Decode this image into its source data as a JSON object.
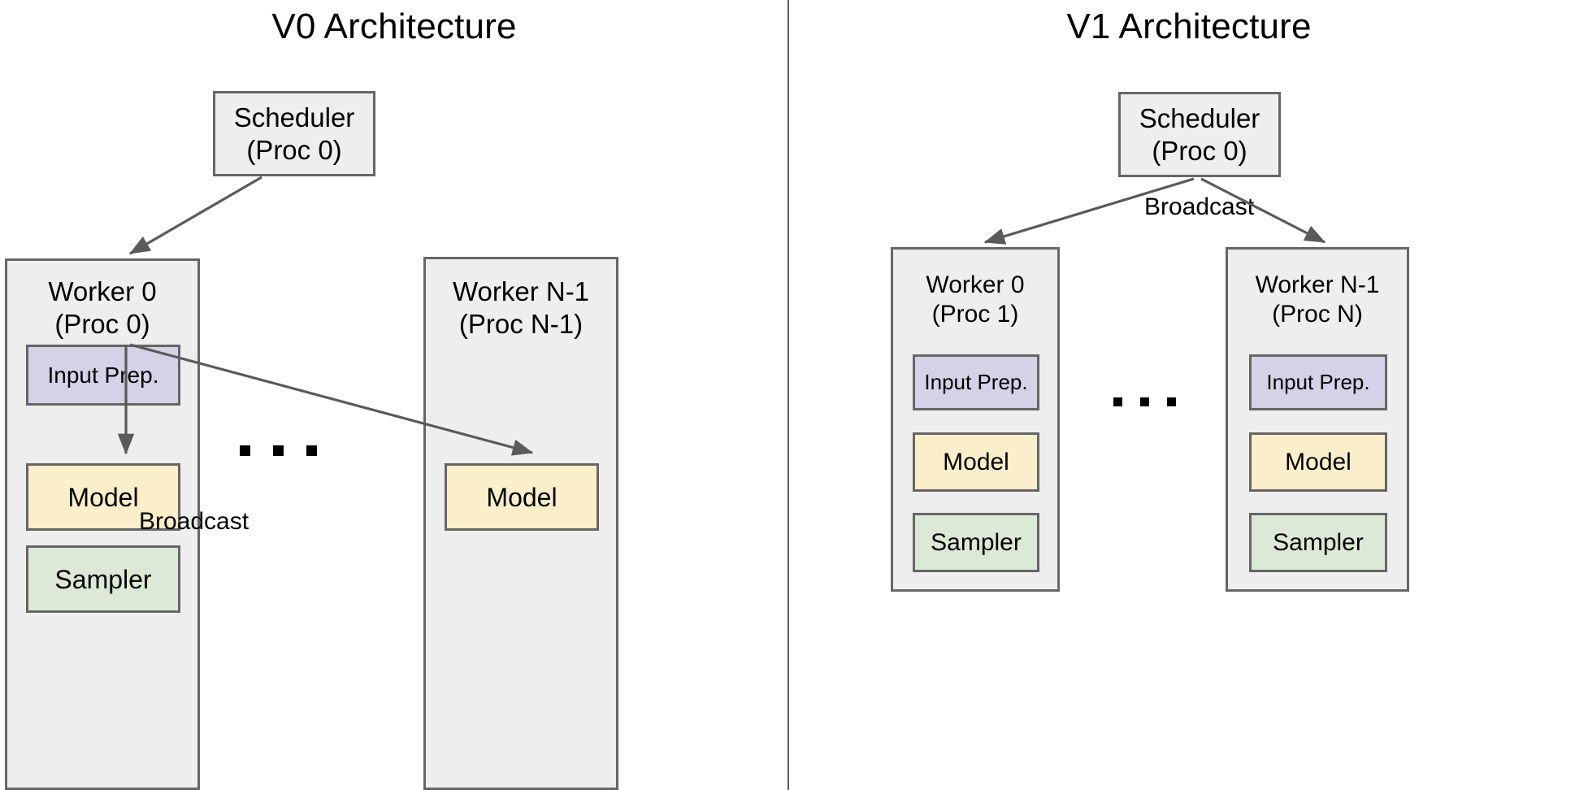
{
  "panels": [
    {
      "id": "v0",
      "title": "V0 Architecture",
      "scheduler": {
        "label": "Scheduler\n(Proc 0)"
      },
      "workers": [
        {
          "header": "Worker 0\n(Proc 0)",
          "components": [
            {
              "name": "input-prep",
              "label": "Input Prep.",
              "color": "#d5d1e7"
            },
            {
              "name": "model",
              "label": "Model",
              "color": "#fbeeca"
            },
            {
              "name": "sampler",
              "label": "Sampler",
              "color": "#dce9d6"
            }
          ]
        },
        {
          "header": "Worker N-1\n(Proc N-1)",
          "components": [
            {
              "name": "model",
              "label": "Model",
              "color": "#fbeeca"
            }
          ]
        }
      ],
      "edge_labels": [
        {
          "name": "broadcast",
          "text": "Broadcast"
        }
      ],
      "ellipsis": "..."
    },
    {
      "id": "v1",
      "title": "V1 Architecture",
      "scheduler": {
        "label": "Scheduler\n(Proc 0)"
      },
      "workers": [
        {
          "header": "Worker 0\n(Proc 1)",
          "components": [
            {
              "name": "input-prep",
              "label": "Input Prep.",
              "color": "#d5d1e7"
            },
            {
              "name": "model",
              "label": "Model",
              "color": "#fbeeca"
            },
            {
              "name": "sampler",
              "label": "Sampler",
              "color": "#dce9d6"
            }
          ]
        },
        {
          "header": "Worker N-1\n(Proc N)",
          "components": [
            {
              "name": "input-prep",
              "label": "Input Prep.",
              "color": "#d5d1e7"
            },
            {
              "name": "model",
              "label": "Model",
              "color": "#fbeeca"
            },
            {
              "name": "sampler",
              "label": "Sampler",
              "color": "#dce9d6"
            }
          ]
        }
      ],
      "edge_labels": [
        {
          "name": "broadcast",
          "text": "Broadcast"
        }
      ],
      "ellipsis": "..."
    }
  ],
  "colors": {
    "container_fill": "#eeeeee",
    "border": "#666666",
    "arrow": "#5a5a5a",
    "input_prep": "#d5d1e7",
    "model": "#fbeeca",
    "sampler": "#dce9d6",
    "divider": "#595959",
    "text": "#000000"
  }
}
